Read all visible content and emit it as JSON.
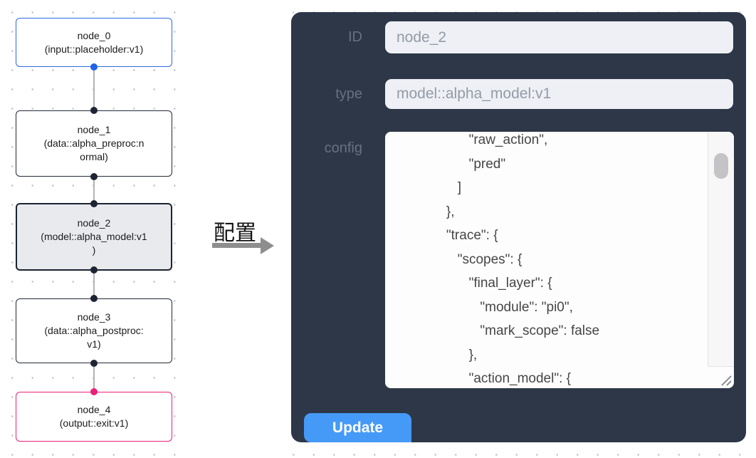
{
  "flowchart": {
    "nodes": [
      {
        "id": "node_0",
        "lines": [
          "node_0",
          "(input::placeholder:v1)"
        ],
        "border_color": "#2f6ae0",
        "fill_color": "#ffffff",
        "top_dot_color": null,
        "bottom_dot_color": "#1f63e8",
        "selected": false
      },
      {
        "id": "node_1",
        "lines": [
          "node_1",
          "(data::alpha_preproc:n",
          "ormal)"
        ],
        "border_color": "#232936",
        "fill_color": "#ffffff",
        "top_dot_color": "#1d2433",
        "bottom_dot_color": "#1d2433",
        "selected": false
      },
      {
        "id": "node_2",
        "lines": [
          "node_2",
          "(model::alpha_model:v1",
          ")"
        ],
        "border_color": "#1c2330",
        "fill_color": "#e9eaee",
        "top_dot_color": "#1d2433",
        "bottom_dot_color": "#1d2433",
        "selected": true
      },
      {
        "id": "node_3",
        "lines": [
          "node_3",
          "(data::alpha_postproc:",
          "v1)"
        ],
        "border_color": "#232936",
        "fill_color": "#ffffff",
        "top_dot_color": "#1d2433",
        "bottom_dot_color": "#1d2433",
        "selected": false
      },
      {
        "id": "node_4",
        "lines": [
          "node_4",
          "(output::exit:v1)"
        ],
        "border_color": "#ea2178",
        "fill_color": "#ffffff",
        "top_dot_color": "#ea2178",
        "bottom_dot_color": null,
        "selected": false
      }
    ]
  },
  "annotation": {
    "label": "配置"
  },
  "panel": {
    "fields": [
      {
        "label": "ID",
        "value": "node_2"
      },
      {
        "label": "type",
        "value": "model::alpha_model:v1"
      },
      {
        "label": "config"
      }
    ],
    "config_lines": [
      "                    \"raw_action\",",
      "                    \"pred\"",
      "                 ]",
      "              },",
      "              \"trace\": {",
      "                 \"scopes\": {",
      "                    \"final_layer\": {",
      "                       \"module\": \"pi0\",",
      "                       \"mark_scope\": false",
      "                    },",
      "                    \"action_model\": {"
    ],
    "update_label": "Update"
  },
  "colors": {
    "panel_bg": "#2d3748",
    "field_bg": "#eef0f5",
    "field_text": "#949ba6",
    "label_text": "#697080",
    "config_text": "#464646",
    "update_button_bg": "#459af7",
    "update_button_text": "#ffffff",
    "edge_color": "#b4b4b4",
    "arrow_color": "#8e8e8e",
    "dot_grid_color": "#c7cbd1",
    "input_node_border": "#2f6ae0",
    "output_node_border": "#ea2178",
    "selected_node_fill": "#e9eaee"
  }
}
